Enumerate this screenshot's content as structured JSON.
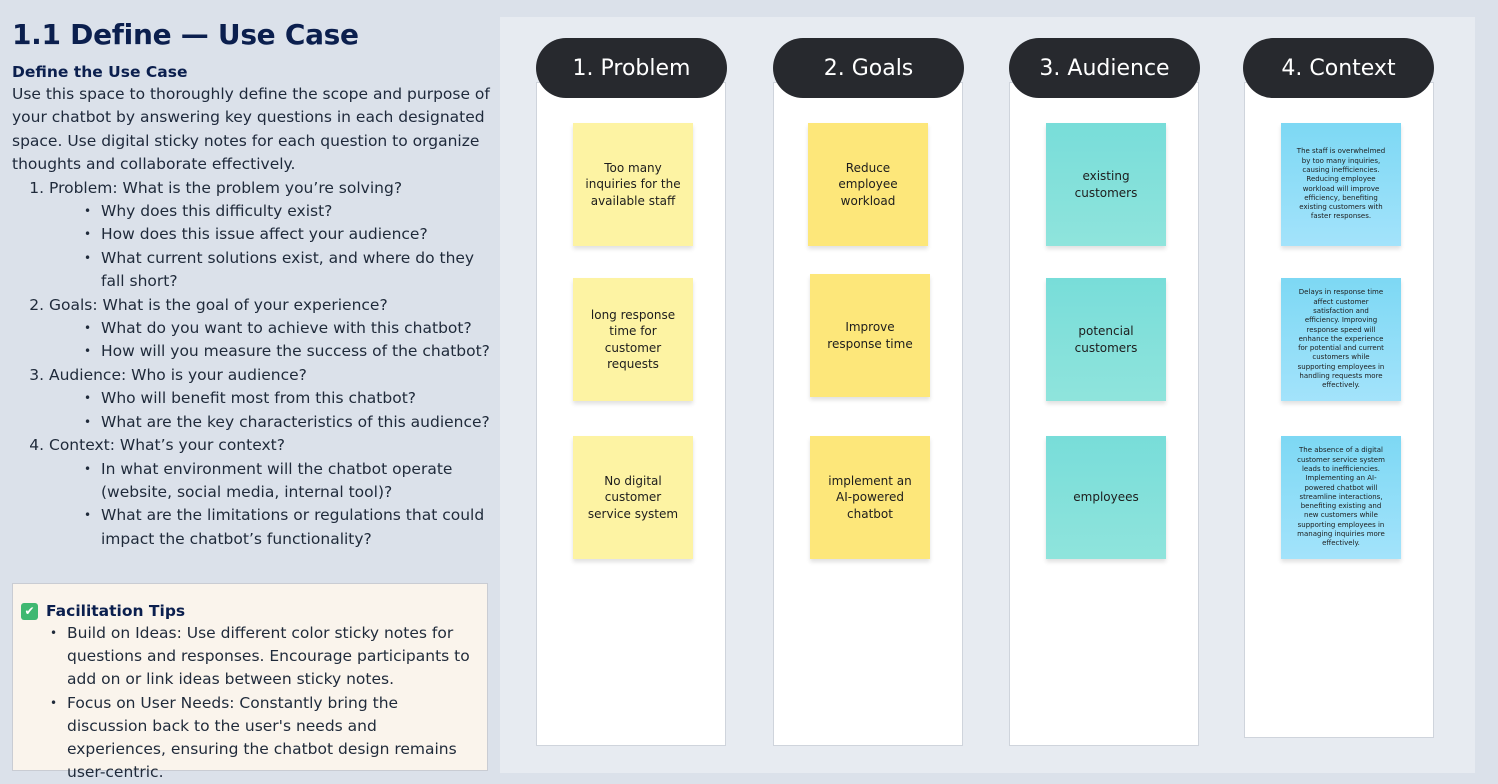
{
  "page": {
    "title": "1.1 Define — Use Case",
    "section_title": "Define the Use Case",
    "intro": "Use this space to thoroughly define the scope and purpose of your chatbot by answering key questions in each designated space. Use digital sticky notes for each question to organize thoughts and collaborate effectively.",
    "questions": [
      {
        "label": "Problem: What is the problem you’re solving?",
        "subs": [
          "Why does this difficulty exist?",
          "How does this issue affect your audience?",
          "What current solutions exist, and where do they fall short?"
        ]
      },
      {
        "label": "Goals: What is the goal of your experience?",
        "subs": [
          "What do you want to achieve with this chatbot?",
          "How will you measure the success of the chatbot?"
        ]
      },
      {
        "label": "Audience: Who is your audience?",
        "subs": [
          "Who will benefit most from this chatbot?",
          "What are the key characteristics of this audience?"
        ]
      },
      {
        "label": "Context: What’s your context?",
        "subs": [
          "In what environment will the chatbot operate (website, social media, internal tool)?",
          "What are the limitations or regulations that could impact the chatbot’s functionality?"
        ]
      }
    ]
  },
  "tips": {
    "check_icon": "✔",
    "title": "Facilitation Tips",
    "items": [
      "Build on Ideas: Use different color sticky notes for questions and responses. Encourage participants to add on or link ideas between sticky notes.",
      "Focus on User Needs: Constantly bring the discussion back to the user's needs and experiences, ensuring the chatbot design remains user-centric."
    ]
  },
  "board": {
    "columns": [
      {
        "title": "1. Problem",
        "note_color": "#fdf3a3",
        "notes": [
          "Too many inquiries for the available staff",
          "long response time for customer requests",
          "No digital customer service system"
        ]
      },
      {
        "title": "2. Goals",
        "note_color": "#fde77a",
        "notes": [
          "Reduce employee workload",
          "Improve response time",
          "implement an AI-powered chatbot"
        ]
      },
      {
        "title": "3. Audience",
        "note_color": "#7fdfd9",
        "notes": [
          "existing customers",
          "potencial customers",
          "employees"
        ]
      },
      {
        "title": "4. Context",
        "note_color": "#8edcf7",
        "notes": [
          "The staff is overwhelmed by too many inquiries, causing inefficiencies. Reducing employee workload will improve efficiency, benefiting existing customers with faster responses.",
          "Delays in response time affect customer satisfaction and efficiency. Improving response speed will enhance the experience for potential and current customers while supporting employees in handling requests more effectively.",
          "The absence of a digital customer service system leads to inefficiencies. Implementing an AI-powered chatbot will streamline interactions, benefiting existing and new customers while supporting employees in managing inquiries more effectively."
        ]
      }
    ]
  }
}
